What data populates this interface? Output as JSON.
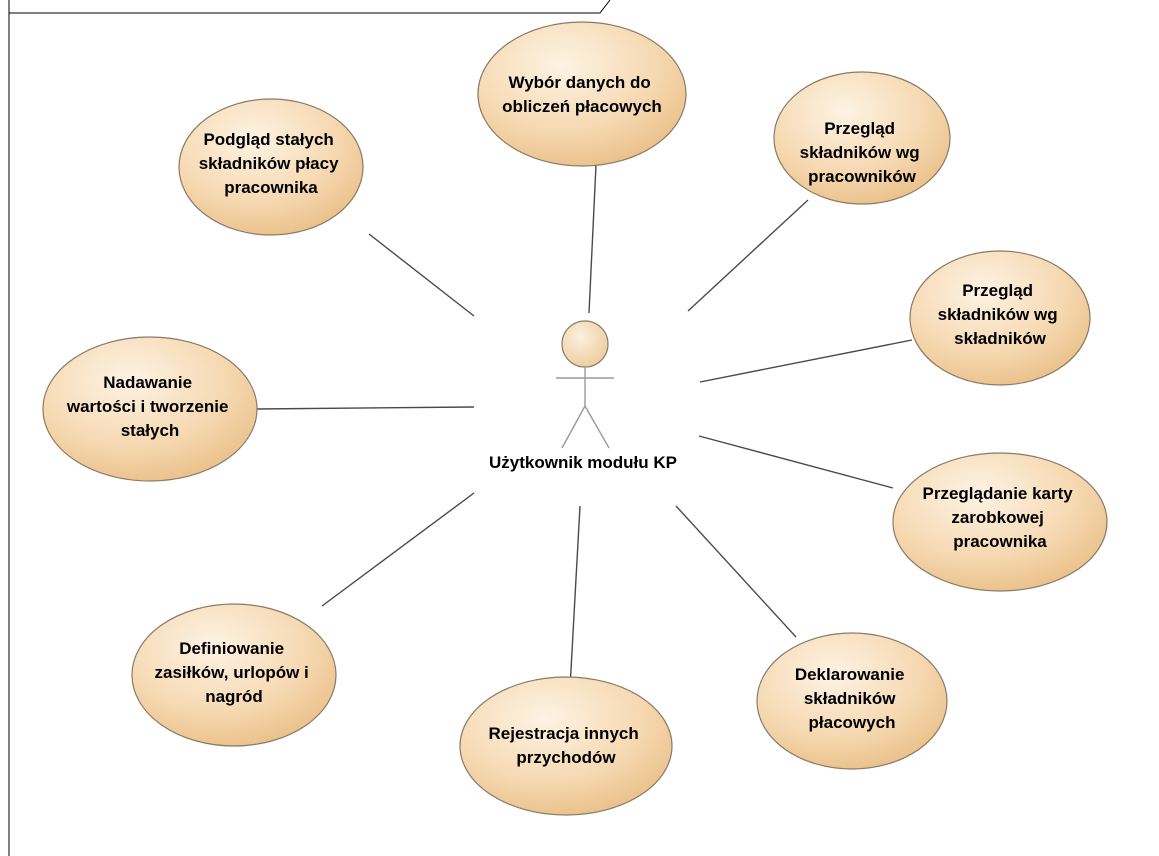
{
  "actor": {
    "name": "Użytkownik modułu KP"
  },
  "use_cases": [
    {
      "id": "wybor",
      "lines": [
        "Wybór danych do",
        "obliczeń płacowych"
      ]
    },
    {
      "id": "podglad",
      "lines": [
        "Podgląd stałych",
        "składników płacy",
        "pracownika"
      ]
    },
    {
      "id": "przeglad-prac",
      "lines": [
        "Przegląd",
        "składników wg",
        "pracowników"
      ]
    },
    {
      "id": "przeglad-skl",
      "lines": [
        "Przegląd",
        "składników wg",
        "składników"
      ]
    },
    {
      "id": "nadawanie",
      "lines": [
        "Nadawanie",
        "wartości i tworzenie",
        "stałych"
      ]
    },
    {
      "id": "karta",
      "lines": [
        "Przeglądanie karty",
        "zarobkowej",
        "pracownika"
      ]
    },
    {
      "id": "definiowanie",
      "lines": [
        "Definiowanie",
        "zasiłków, urlopów i",
        "nagród"
      ]
    },
    {
      "id": "deklarowanie",
      "lines": [
        "Deklarowanie",
        "składników",
        "płacowych"
      ]
    },
    {
      "id": "rejestracja",
      "lines": [
        "Rejestracja innych",
        "przychodów"
      ]
    }
  ],
  "colors": {
    "ellipse_fill": "#f6d9b2",
    "ellipse_stroke": "#8a7a66",
    "line": "#4a4a4a"
  }
}
